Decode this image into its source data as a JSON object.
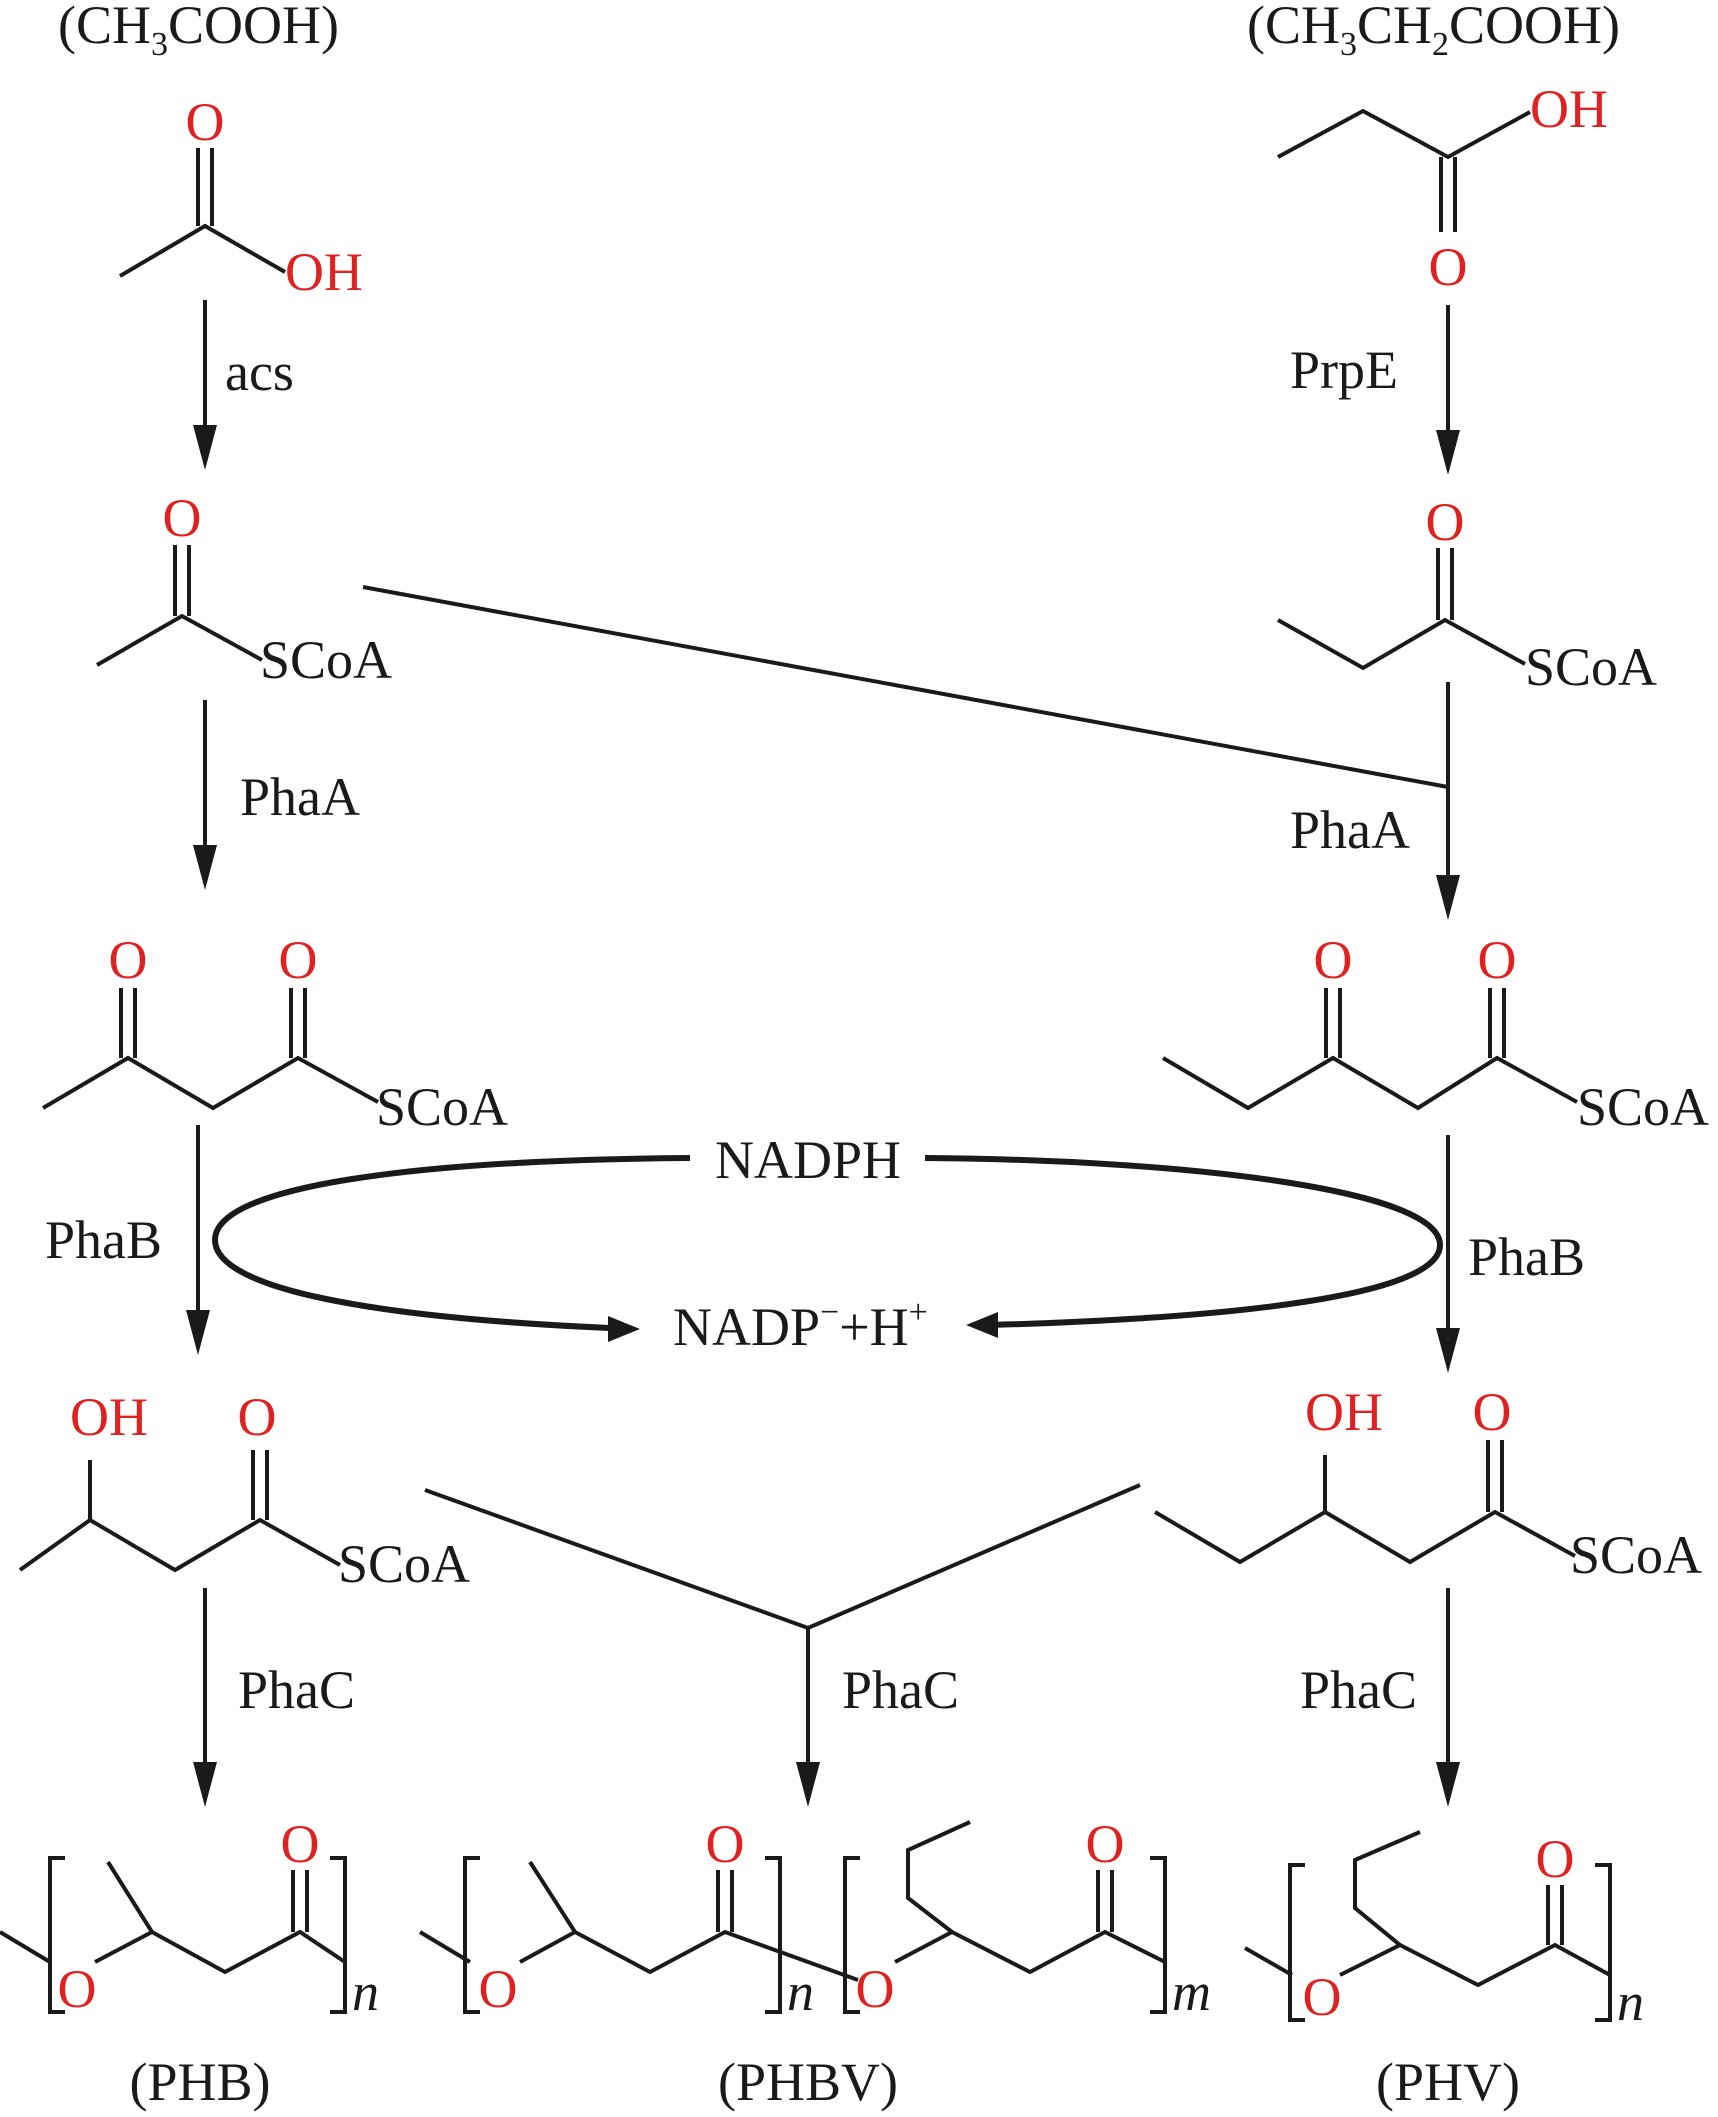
{
  "acetic": {
    "formula": {
      "p1": "(CH",
      "s1": "3",
      "p2": "COOH)"
    },
    "o": "O",
    "oh": "OH"
  },
  "propionic": {
    "formula": {
      "p1": "(CH",
      "s1": "3",
      "p2": "CH",
      "s2": "2",
      "p3": "COOH)"
    },
    "oh": "OH",
    "o": "O"
  },
  "acetyl_coa": {
    "o": "O",
    "scoa": "SCoA"
  },
  "propionyl_coa": {
    "o": "O",
    "scoa": "SCoA"
  },
  "acetoacetyl_coa": {
    "o1": "O",
    "o2": "O",
    "scoa": "SCoA"
  },
  "ketovaleryl_coa": {
    "o1": "O",
    "o2": "O",
    "scoa": "SCoA"
  },
  "hydroxybutyryl_coa": {
    "oh": "OH",
    "o": "O",
    "scoa": "SCoA"
  },
  "hydroxyvaleryl_coa": {
    "oh": "OH",
    "o": "O",
    "scoa": "SCoA"
  },
  "enzymes": {
    "acs": "acs",
    "prpe": "PrpE",
    "phaa_left": "PhaA",
    "phaa_right": "PhaA",
    "phab_left": "PhaB",
    "phab_right": "PhaB",
    "phac_left": "PhaC",
    "phac_mid": "PhaC",
    "phac_right": "PhaC"
  },
  "cofactor": {
    "nadph": "NADPH",
    "nadp": {
      "base": "NADP",
      "charge": "−",
      "plus": "+H",
      "hcharge": "+"
    }
  },
  "polymers": {
    "phb": {
      "o": "O",
      "ester_o": "O",
      "n": "n",
      "name": "(PHB)"
    },
    "phbv": {
      "o1": "O",
      "ester_o1": "O",
      "n": "n",
      "o2": "O",
      "ester_o2": "O",
      "m": "m",
      "name": "(PHBV)"
    },
    "phv": {
      "o": "O",
      "ester_o": "O",
      "n": "n",
      "name": "(PHV)"
    }
  },
  "colors": {
    "heteroatom": "#e02121",
    "ink": "#1a1a1a"
  }
}
